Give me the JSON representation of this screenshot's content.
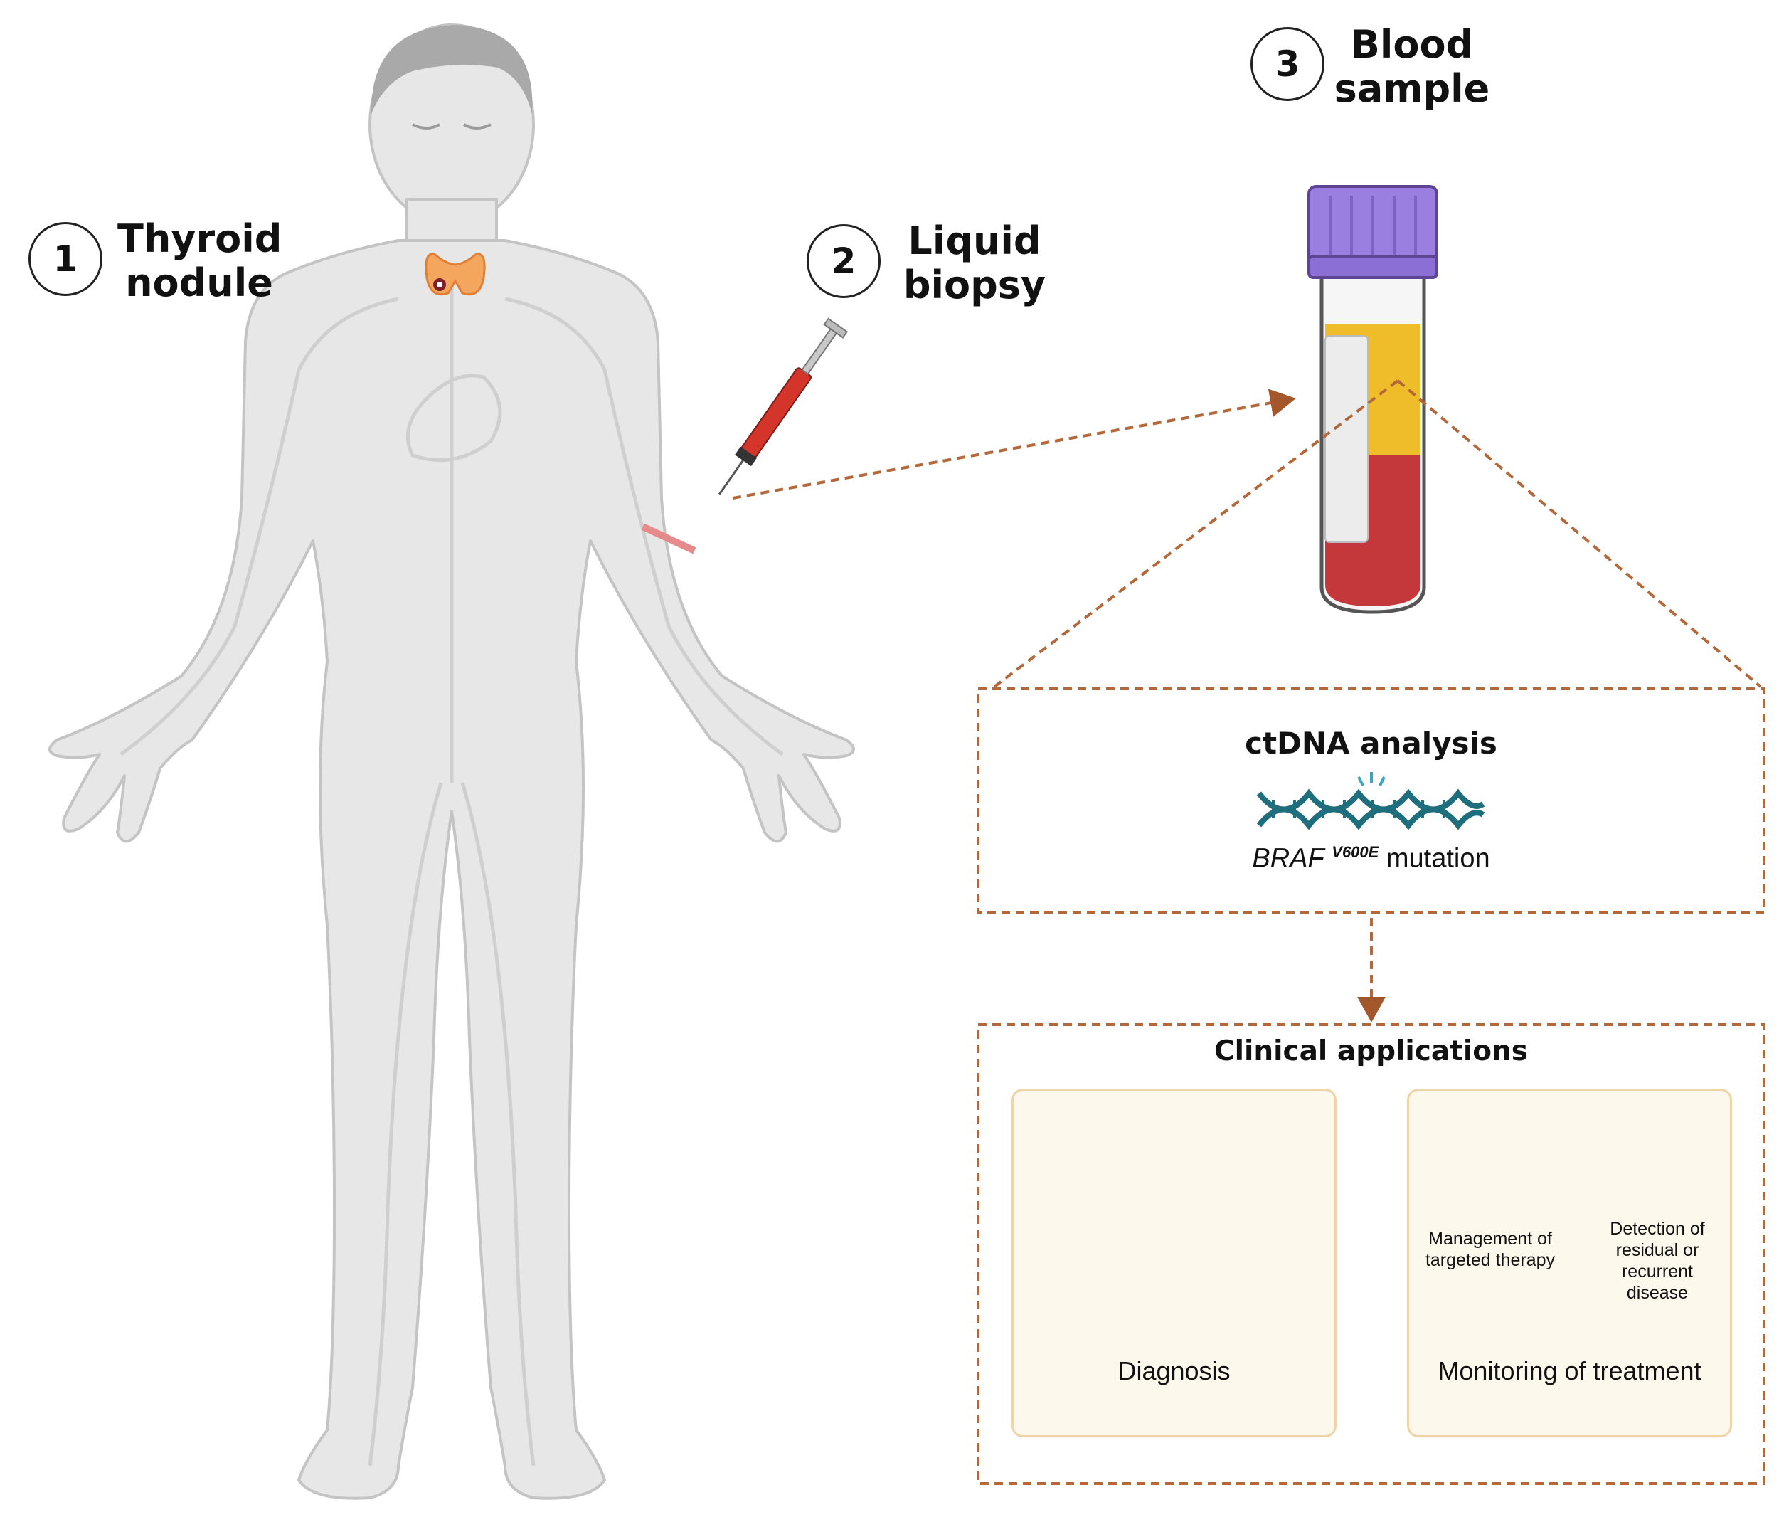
{
  "steps": [
    {
      "number": "1",
      "line1": "Thyroid",
      "line2": "nodule"
    },
    {
      "number": "2",
      "line1": "Liquid",
      "line2": "biopsy"
    },
    {
      "number": "3",
      "line1": "Blood",
      "line2": "sample"
    }
  ],
  "analysis": {
    "title": "ctDNA analysis",
    "gene": "BRAF",
    "variant": "V600E",
    "suffix": " mutation"
  },
  "applications": {
    "title": "Clinical applications",
    "diagnosis": "Diagnosis",
    "monitoring": "Monitoring of treatment",
    "management": [
      "Management of",
      "targeted therapy"
    ],
    "detection": [
      "Detection of",
      "residual or",
      "recurrent",
      "disease"
    ]
  },
  "icons": {
    "body": "human-body-icon",
    "thyroid": "thyroid-nodule-icon",
    "syringe": "syringe-icon",
    "tube": "blood-tube-icon",
    "dna": "dna-mutation-icon",
    "search": "magnifier-icon",
    "therapy": "targeted-therapy-icon",
    "patient": "patient-bed-icon"
  },
  "colors": {
    "dashed": "#b4683a",
    "diagnosis_blue": "#0a77c4",
    "therapy_orange": "#f08a24",
    "detection_red": "#d9484f",
    "cap_purple": "#9b7fe0",
    "plasma_yellow": "#efbd2a",
    "blood_red": "#c4383b",
    "card_fill": "#fdf8ec",
    "dna_teal": "#1f6e7d"
  }
}
